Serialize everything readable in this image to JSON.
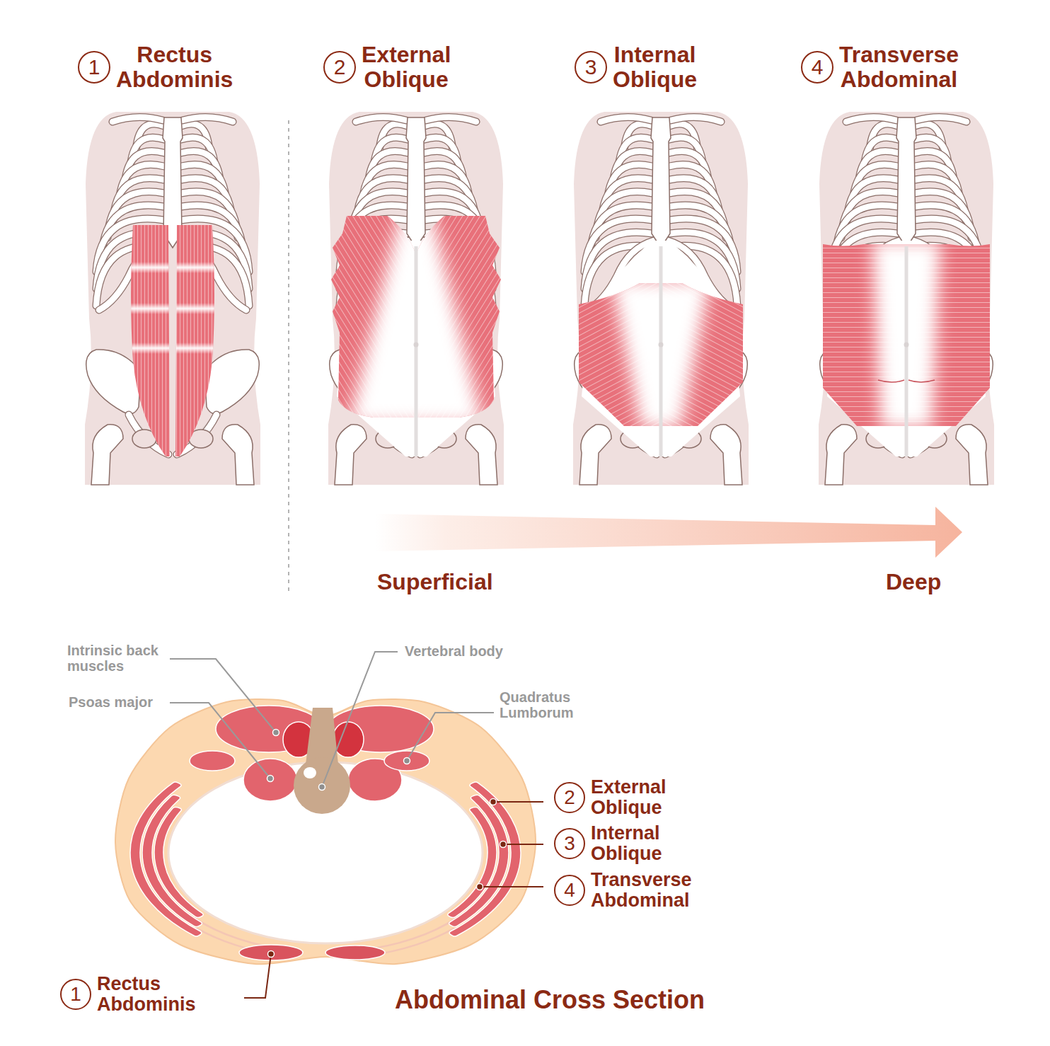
{
  "diagram": {
    "nodes": [
      {
        "text": [
          "1",
          "Rectus Abdominis"
        ]
      },
      {
        "text": [
          "2",
          "External Oblique"
        ]
      },
      {
        "text": [
          "3",
          "Internal Oblique"
        ]
      },
      {
        "text": [
          "4",
          "Transverse Abdominal"
        ]
      },
      {
        "text": [
          "2",
          "External Oblique"
        ]
      },
      {
        "text": [
          "3",
          "Internal Oblique"
        ]
      },
      {
        "text": [
          "4",
          "Transverse Abdominal"
        ]
      },
      {
        "text": [
          "1",
          "Rectus Abdominis"
        ]
      }
    ],
    "labels": [
      "Superficial",
      "Deep",
      "Intrinsic back muscles",
      "Psoas major",
      "Vertebral body",
      "Quadratus Lumborum",
      "Abdominal Cross Section"
    ]
  }
}
